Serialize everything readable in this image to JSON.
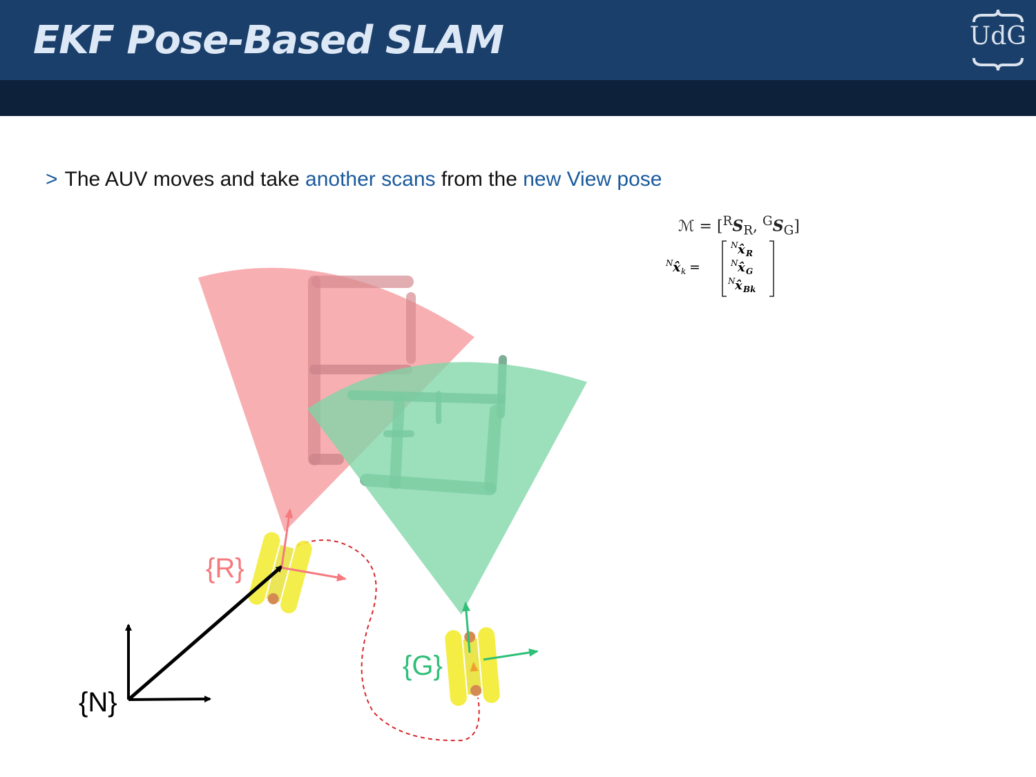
{
  "slide": {
    "title": "EKF Pose-Based SLAM",
    "logo_text": "UdG"
  },
  "bullet": {
    "marker": ">",
    "text_1": "The AUV moves and take ",
    "highlight_1": "another scans",
    "text_2": " from the ",
    "highlight_2": "new View pose"
  },
  "formula": {
    "map_lhs": "ℳ = [",
    "map_sup1": "R",
    "map_s1": "S",
    "map_sub1": "R",
    "map_sep": ",  ",
    "map_sup2": "G",
    "map_s2": "S",
    "map_sub2": "G",
    "map_close": "]",
    "state_sup": "N",
    "state_x": "x̂",
    "state_sub": "k",
    "state_eq": " =",
    "vec_r_sup": "N",
    "vec_r": "x̂",
    "vec_r_sub": "R",
    "vec_g_sup": "N",
    "vec_g": "x̂",
    "vec_g_sub": "G",
    "vec_b_sup": "N",
    "vec_b": "x̂",
    "vec_b_sub": "Bk"
  },
  "frames": {
    "n_label": "{N}",
    "r_label": "{R}",
    "g_label": "{G}"
  },
  "colors": {
    "header": "#1a3f6b",
    "header_band": "#0e213a",
    "highlight": "#1a5a9c",
    "scan_r": "#f7a1a4",
    "scan_g": "#7fd6a8",
    "frame_r": "#f47a7e",
    "frame_g": "#2fbf78",
    "trajectory": "#d6262b",
    "vehicle": "#f3ec3a"
  }
}
